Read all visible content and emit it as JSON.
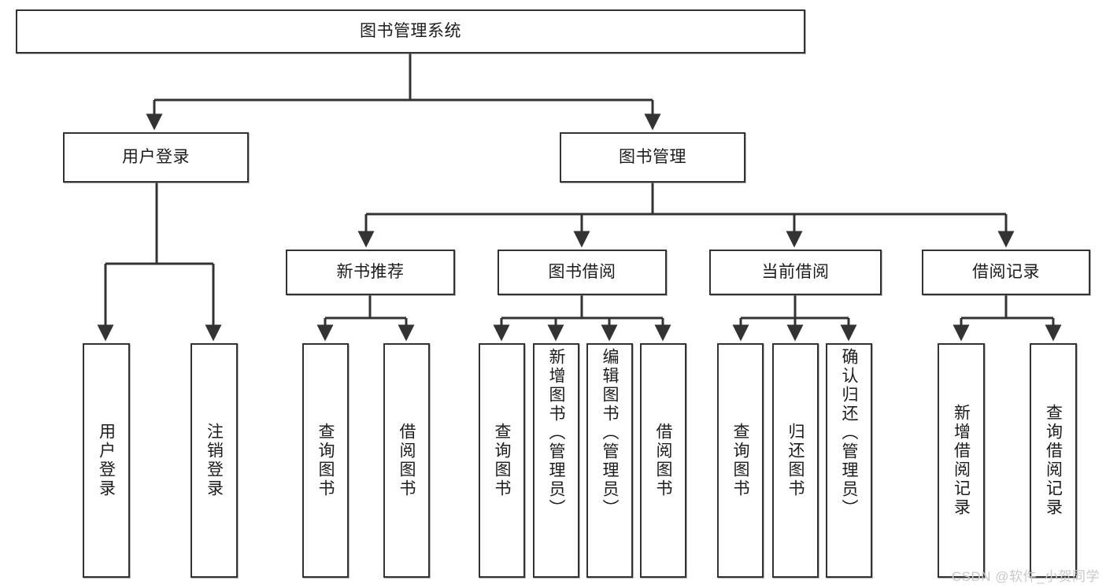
{
  "diagram": {
    "type": "tree-hierarchy",
    "title": "图书管理系统",
    "root": {
      "id": "root",
      "label": "图书管理系统",
      "orientation": "horizontal"
    },
    "level2": [
      {
        "id": "user-login",
        "label": "用户登录",
        "orientation": "horizontal"
      },
      {
        "id": "book-management",
        "label": "图书管理",
        "orientation": "horizontal"
      }
    ],
    "level3": [
      {
        "id": "new-book-recommend",
        "label": "新书推荐",
        "orientation": "horizontal",
        "parent": "book-management"
      },
      {
        "id": "book-borrow",
        "label": "图书借阅",
        "orientation": "horizontal",
        "parent": "book-management"
      },
      {
        "id": "current-borrow",
        "label": "当前借阅",
        "orientation": "horizontal",
        "parent": "book-management"
      },
      {
        "id": "borrow-record",
        "label": "借阅记录",
        "orientation": "horizontal",
        "parent": "book-management"
      }
    ],
    "leaves": [
      {
        "id": "leaf-user-login",
        "label": "用户登录",
        "parent": "user-login"
      },
      {
        "id": "leaf-logout-login",
        "label": "注销登录",
        "parent": "user-login"
      },
      {
        "id": "leaf-query-book-1",
        "label": "查询图书",
        "parent": "new-book-recommend"
      },
      {
        "id": "leaf-borrow-book-1",
        "label": "借阅图书",
        "parent": "new-book-recommend"
      },
      {
        "id": "leaf-query-book-2",
        "label": "查询图书",
        "parent": "book-borrow"
      },
      {
        "id": "leaf-add-book",
        "label": "新增图书（管理员）",
        "parent": "book-borrow"
      },
      {
        "id": "leaf-edit-book",
        "label": "编辑图书（管理员）",
        "parent": "book-borrow"
      },
      {
        "id": "leaf-borrow-book-2",
        "label": "借阅图书",
        "parent": "book-borrow"
      },
      {
        "id": "leaf-query-book-3",
        "label": "查询图书",
        "parent": "current-borrow"
      },
      {
        "id": "leaf-return-book",
        "label": "归还图书",
        "parent": "current-borrow"
      },
      {
        "id": "leaf-confirm-return",
        "label": "确认归还（管理员）",
        "parent": "current-borrow"
      },
      {
        "id": "leaf-add-record",
        "label": "新增借阅记录",
        "parent": "borrow-record"
      },
      {
        "id": "leaf-query-record",
        "label": "查询借阅记录",
        "parent": "borrow-record"
      }
    ]
  },
  "watermark": {
    "text": "CSDN @软件_小贺同学"
  },
  "colors": {
    "box_border": "#333333",
    "box_fill": "#ffffff",
    "line": "#333333",
    "text": "#1c1c1c",
    "watermark": "#c9c9c9",
    "background": "#ffffff"
  }
}
